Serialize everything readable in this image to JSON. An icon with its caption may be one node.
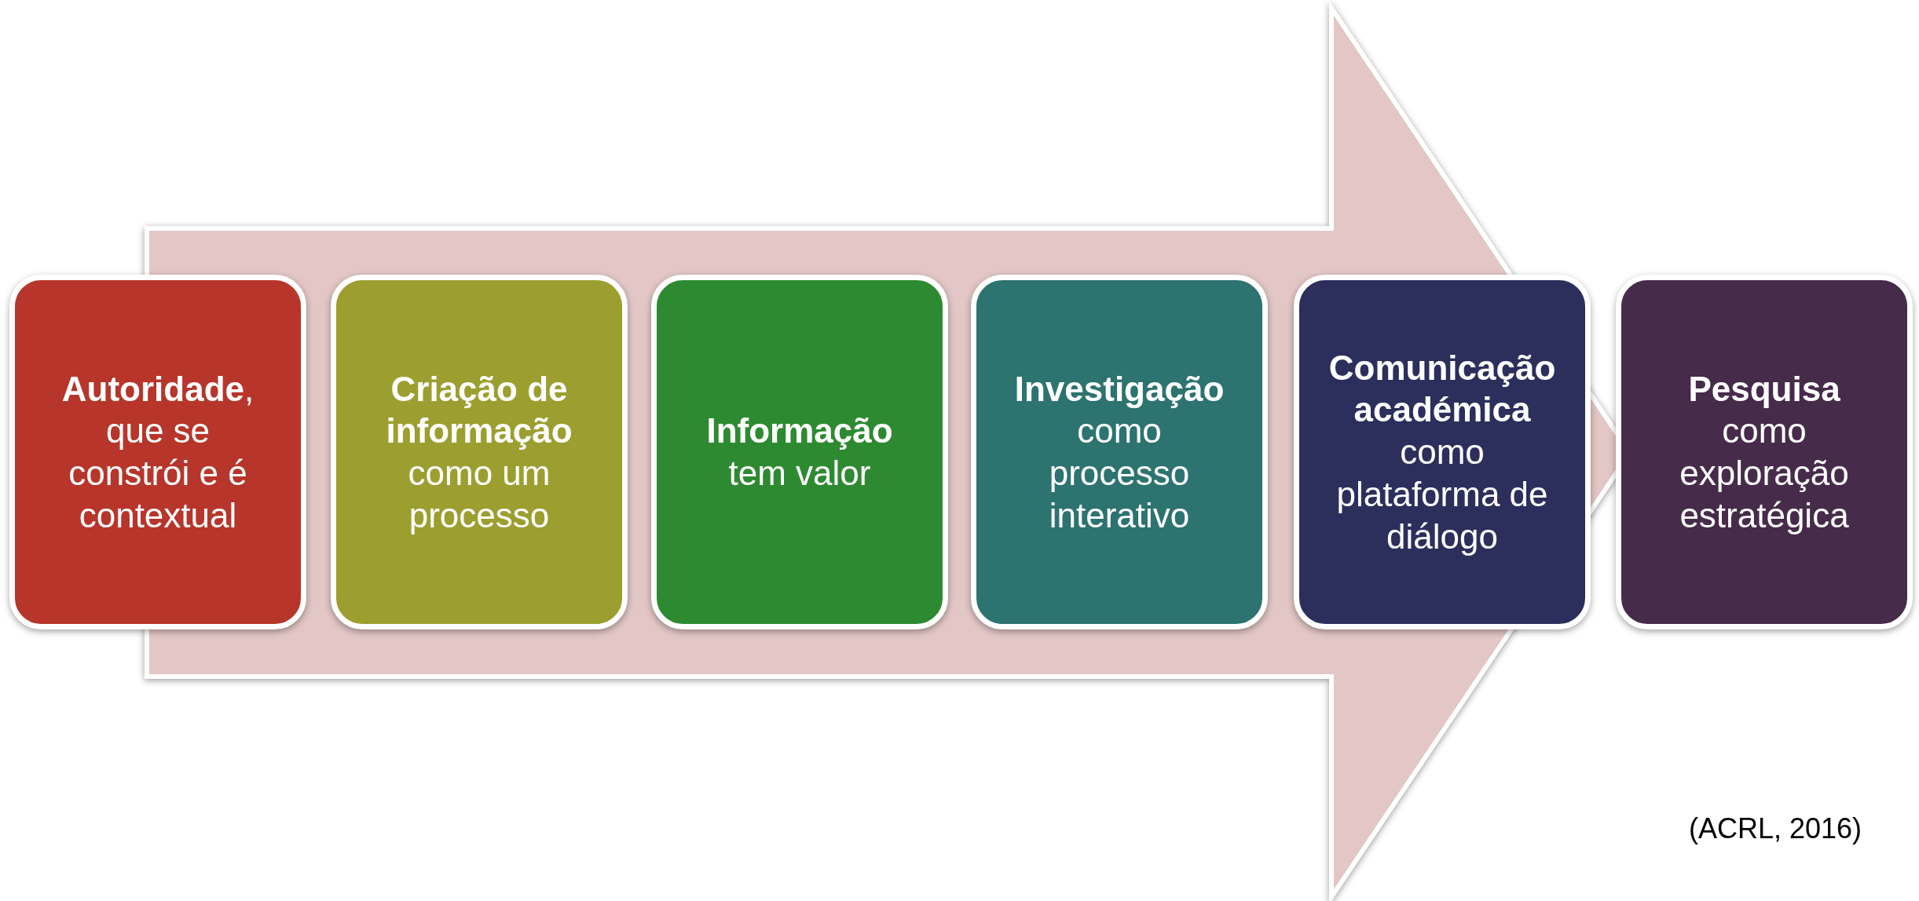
{
  "diagram": {
    "nodes": [
      {
        "text": [
          "**Autoridade**, que se constrói e é contextual"
        ]
      },
      {
        "text": [
          "**Criação de informação** como um processo"
        ]
      },
      {
        "text": [
          "**Informação** tem valor"
        ]
      },
      {
        "text": [
          "**Investigação** como processo interativo"
        ]
      },
      {
        "text": [
          "**Comunicação académica** como plataforma de diálogo"
        ]
      },
      {
        "text": [
          "**Pesquisa** como exploração estratégica"
        ]
      }
    ],
    "edges": [
      {
        "from": 0,
        "to": 5,
        "arrow": "to"
      }
    ],
    "caption": "(ACRL, 2016)"
  }
}
